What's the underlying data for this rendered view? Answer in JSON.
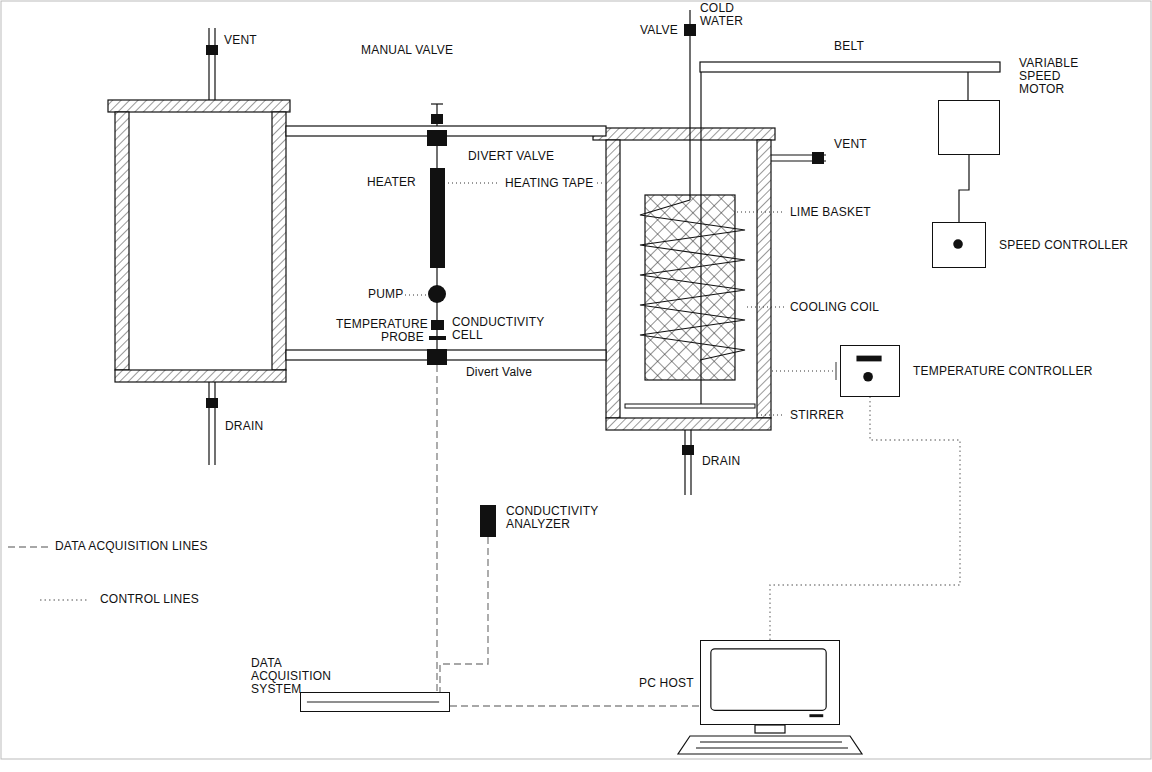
{
  "diagram": {
    "nodes": [
      {
        "text": [
          "CONDUCTIVITY ANALYZER"
        ]
      },
      {
        "text": [
          "DATA ACQUISITION SYSTEM"
        ]
      },
      {
        "text": [
          "PC HOST"
        ]
      },
      {
        "text": [
          "TEMPERATURE CONTROLLER"
        ]
      },
      {
        "text": [
          "SPEED CONTROLLER"
        ]
      },
      {
        "text": [
          "VARIABLE SPEED MOTOR"
        ]
      },
      {
        "text": [
          "Divert Valve"
        ]
      }
    ],
    "edges": [
      {
        "from": 6,
        "to": 1,
        "arrow": "none"
      },
      {
        "from": 0,
        "to": 1,
        "arrow": "none"
      },
      {
        "from": 1,
        "to": 2,
        "arrow": "none"
      },
      {
        "from": 2,
        "to": 3,
        "arrow": "none"
      },
      {
        "from": 4,
        "to": 5,
        "arrow": "none"
      }
    ],
    "labels": [
      "VENT",
      "MANUAL VALVE",
      "COLD WATER",
      "VALVE",
      "BELT",
      "VENT",
      "DIVERT VALVE",
      "HEATER",
      "HEATING TAPE",
      "LIME BASKET",
      "PUMP",
      "COOLING COIL",
      "CONDUCTIVITY CELL",
      "TEMPERATURE PROBE",
      "STIRRER",
      "DRAIN",
      "DRAIN"
    ],
    "legend": [
      {
        "text": "DATA ACQUISITION LINES"
      },
      {
        "text": "CONTROL LINES"
      }
    ]
  }
}
